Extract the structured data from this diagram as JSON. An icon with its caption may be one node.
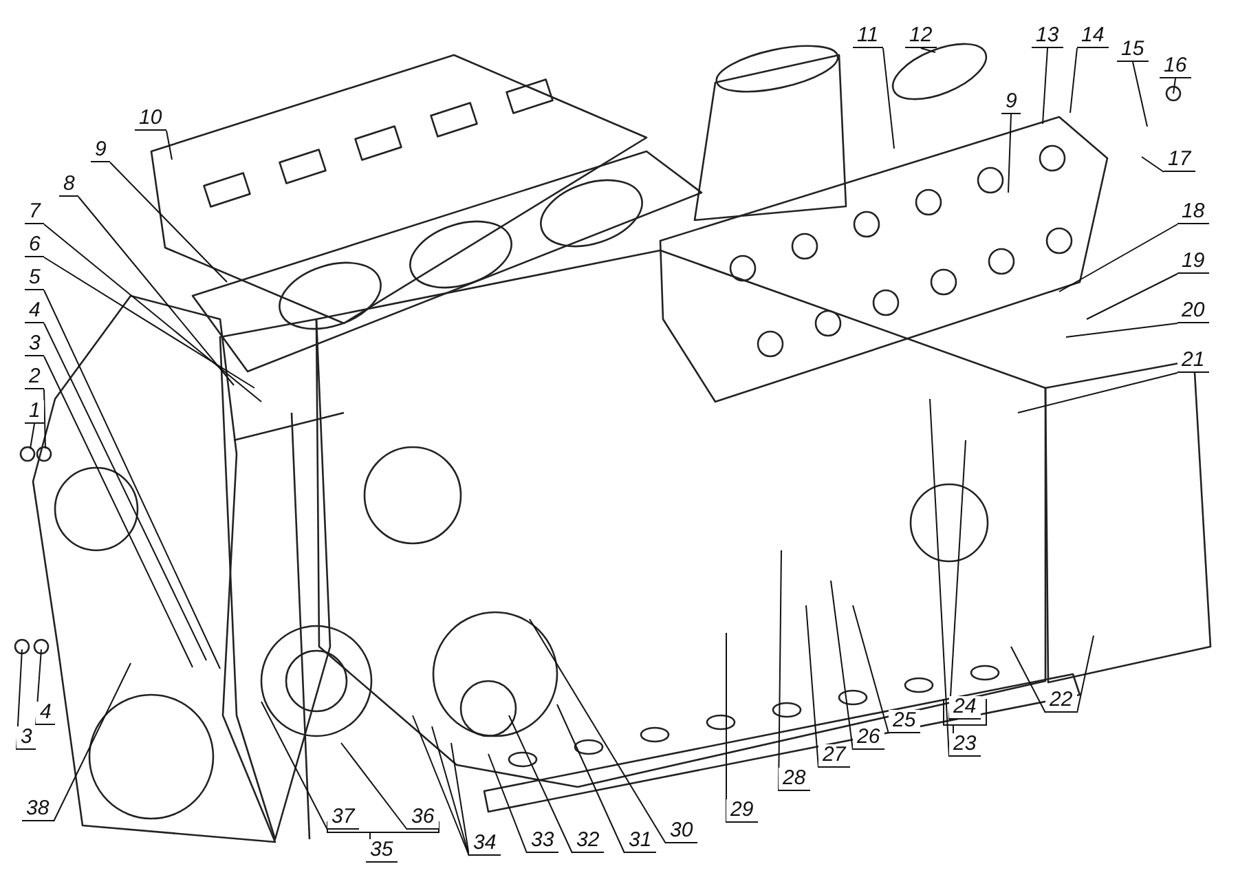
{
  "diagram": {
    "nodes": [
      {
        "text": [
          "1"
        ]
      },
      {
        "text": [
          "2"
        ]
      },
      {
        "text": [
          "3"
        ]
      },
      {
        "text": [
          "4"
        ]
      },
      {
        "text": [
          "5"
        ]
      },
      {
        "text": [
          "6"
        ]
      },
      {
        "text": [
          "7"
        ]
      },
      {
        "text": [
          "8"
        ]
      },
      {
        "text": [
          "9"
        ]
      },
      {
        "text": [
          "10"
        ]
      },
      {
        "text": [
          "11"
        ]
      },
      {
        "text": [
          "12"
        ]
      },
      {
        "text": [
          "13"
        ]
      },
      {
        "text": [
          "9"
        ]
      },
      {
        "text": [
          "14"
        ]
      },
      {
        "text": [
          "15"
        ]
      },
      {
        "text": [
          "16"
        ]
      },
      {
        "text": [
          "17"
        ]
      },
      {
        "text": [
          "18"
        ]
      },
      {
        "text": [
          "19"
        ]
      },
      {
        "text": [
          "20"
        ]
      },
      {
        "text": [
          "21"
        ]
      },
      {
        "text": [
          "22"
        ]
      },
      {
        "text": [
          "23"
        ]
      },
      {
        "text": [
          "24"
        ]
      },
      {
        "text": [
          "25"
        ]
      },
      {
        "text": [
          "26"
        ]
      },
      {
        "text": [
          "27"
        ]
      },
      {
        "text": [
          "28"
        ]
      },
      {
        "text": [
          "29"
        ]
      },
      {
        "text": [
          "30"
        ]
      },
      {
        "text": [
          "31"
        ]
      },
      {
        "text": [
          "32"
        ]
      },
      {
        "text": [
          "33"
        ]
      },
      {
        "text": [
          "34"
        ]
      },
      {
        "text": [
          "35"
        ]
      },
      {
        "text": [
          "36"
        ]
      },
      {
        "text": [
          "37"
        ]
      },
      {
        "text": [
          "38"
        ]
      },
      {
        "text": [
          "4"
        ]
      },
      {
        "text": [
          "3"
        ]
      }
    ],
    "edges": [
      {
        "from": 0,
        "to": null,
        "arrow": "none"
      },
      {
        "from": 1,
        "to": null,
        "arrow": "none"
      },
      {
        "from": 2,
        "to": null,
        "arrow": "none"
      },
      {
        "from": 3,
        "to": null,
        "arrow": "none"
      },
      {
        "from": 4,
        "to": null,
        "arrow": "none"
      },
      {
        "from": 5,
        "to": null,
        "arrow": "none"
      },
      {
        "from": 6,
        "to": null,
        "arrow": "none"
      },
      {
        "from": 7,
        "to": null,
        "arrow": "none"
      },
      {
        "from": 8,
        "to": null,
        "arrow": "none"
      },
      {
        "from": 9,
        "to": null,
        "arrow": "none"
      },
      {
        "from": 10,
        "to": null,
        "arrow": "none"
      },
      {
        "from": 11,
        "to": null,
        "arrow": "none"
      },
      {
        "from": 12,
        "to": null,
        "arrow": "none"
      },
      {
        "from": 13,
        "to": null,
        "arrow": "none"
      },
      {
        "from": 14,
        "to": null,
        "arrow": "none"
      },
      {
        "from": 15,
        "to": null,
        "arrow": "none"
      },
      {
        "from": 16,
        "to": null,
        "arrow": "none"
      },
      {
        "from": 17,
        "to": null,
        "arrow": "none"
      },
      {
        "from": 18,
        "to": null,
        "arrow": "none"
      },
      {
        "from": 19,
        "to": null,
        "arrow": "none"
      },
      {
        "from": 20,
        "to": null,
        "arrow": "none"
      },
      {
        "from": 21,
        "to": null,
        "arrow": "none"
      },
      {
        "from": 22,
        "to": null,
        "arrow": "none"
      },
      {
        "from": 22,
        "to": null,
        "arrow": "none"
      },
      {
        "from": 23,
        "to": null,
        "arrow": "none"
      },
      {
        "from": 24,
        "to": null,
        "arrow": "none"
      },
      {
        "from": 25,
        "to": null,
        "arrow": "none"
      },
      {
        "from": 26,
        "to": null,
        "arrow": "none"
      },
      {
        "from": 27,
        "to": null,
        "arrow": "none"
      },
      {
        "from": 28,
        "to": null,
        "arrow": "none"
      },
      {
        "from": 29,
        "to": null,
        "arrow": "none"
      },
      {
        "from": 30,
        "to": null,
        "arrow": "none"
      },
      {
        "from": 31,
        "to": null,
        "arrow": "none"
      },
      {
        "from": 32,
        "to": null,
        "arrow": "none"
      },
      {
        "from": 33,
        "to": null,
        "arrow": "none"
      },
      {
        "from": 34,
        "to": null,
        "arrow": "none"
      },
      {
        "from": 34,
        "to": null,
        "arrow": "none"
      },
      {
        "from": 34,
        "to": null,
        "arrow": "none"
      },
      {
        "from": 36,
        "to": null,
        "arrow": "none"
      },
      {
        "from": 37,
        "to": null,
        "arrow": "none"
      },
      {
        "from": 38,
        "to": null,
        "arrow": "none"
      },
      {
        "from": 39,
        "to": null,
        "arrow": "none"
      },
      {
        "from": 40,
        "to": null,
        "arrow": "none"
      }
    ]
  }
}
